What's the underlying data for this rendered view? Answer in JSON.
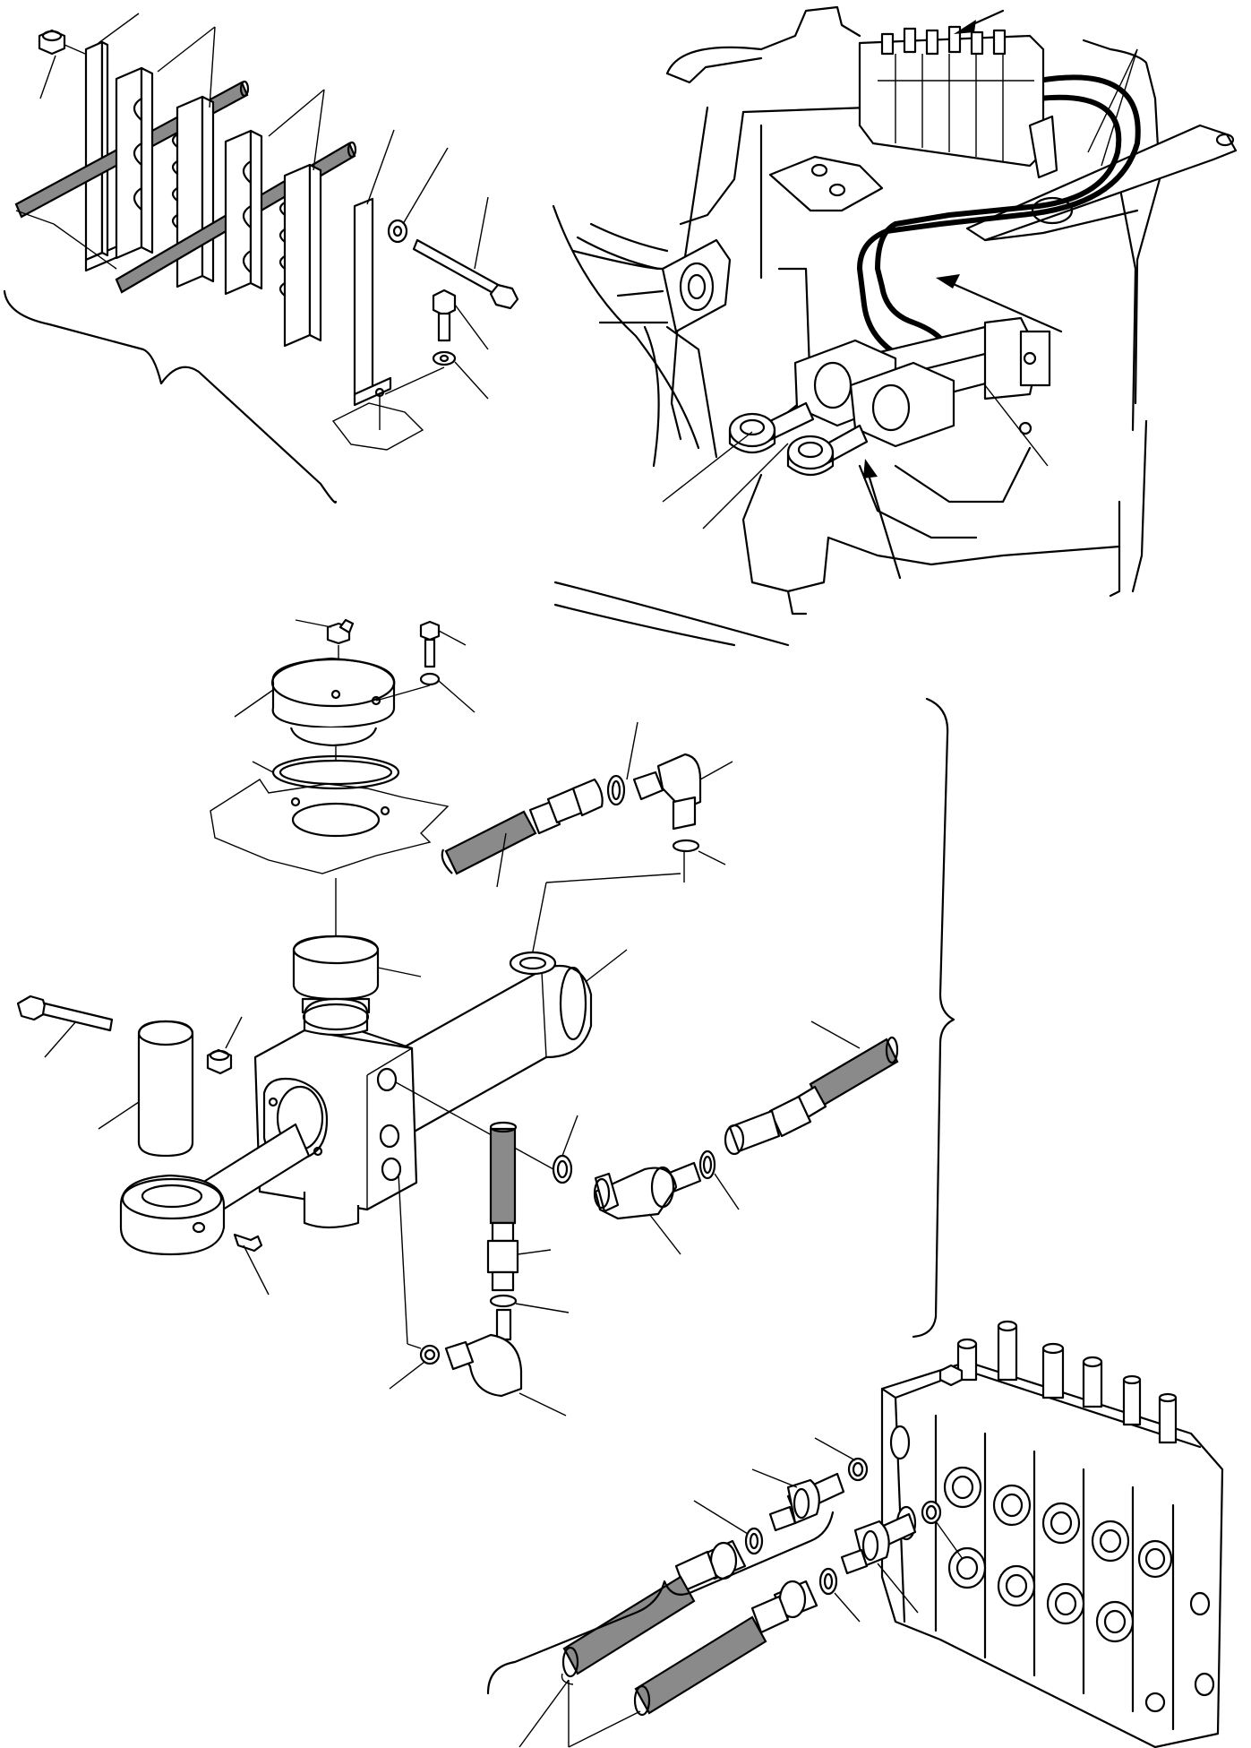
{
  "diagram": {
    "description_visible_text": [],
    "groups": [
      {
        "name": "hose-clamp-assembly",
        "icon": "clamp-icon"
      },
      {
        "name": "machine-view",
        "icon": "frame-icon"
      },
      {
        "name": "steering-cylinder",
        "icon": "cylinder-icon"
      },
      {
        "name": "control-valve",
        "icon": "valve-icon"
      }
    ]
  }
}
